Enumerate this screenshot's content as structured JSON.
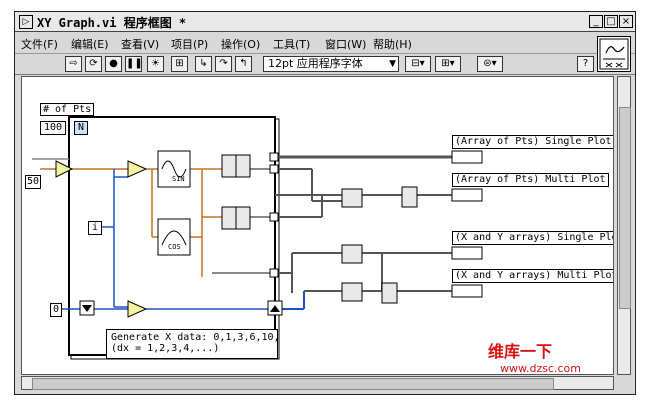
{
  "window": {
    "title": "XY Graph.vi 程序框图 *",
    "icon_glyph": "▷",
    "buttons": [
      "_",
      "□",
      "×"
    ]
  },
  "menu": [
    "文件(F)",
    "编辑(E)",
    "查看(V)",
    "项目(P)",
    "操作(O)",
    "工具(T)",
    "窗口(W)",
    "帮助(H)"
  ],
  "toolbar": {
    "font_selector": "12pt 应用程序字体",
    "help_glyph": "?"
  },
  "diagram": {
    "num_pts_label": "# of Pts",
    "num_pts_value": "100",
    "loop_count_terminal": "N",
    "iteration_terminal": "i",
    "constant_50": "50",
    "constant_zero": "0",
    "sine_label": "SIN",
    "cosine_label": "COS",
    "comment_line1": "Generate X data:  0,1,3,6,10,",
    "comment_line2": "(dx = 1,2,3,4,...)",
    "graph_labels": [
      "(Array of Pts) Single Plot",
      "(Array of Pts) Multi Plot",
      "(X and Y arrays) Single Plot",
      "(X and Y arrays) Multi Plot"
    ]
  },
  "watermark": {
    "brand": "维库一下",
    "url": "www.dzsc.com"
  }
}
